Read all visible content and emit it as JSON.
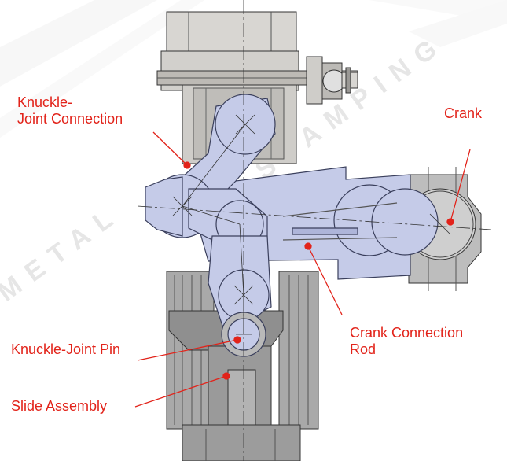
{
  "labels": {
    "knuckle_joint_connection_line1": "Knuckle-",
    "knuckle_joint_connection_line2": "Joint Connection",
    "crank": "Crank",
    "crank_connection_rod_line1": "Crank Connection",
    "crank_connection_rod_line2": "Rod",
    "knuckle_joint_pin": "Knuckle-Joint Pin",
    "slide_assembly": "Slide Assembly"
  },
  "watermark": {
    "text_left": "METAL",
    "text_right": "STAMPING"
  },
  "colors": {
    "label_red": "#e2231a",
    "linkage_blue": "#c5cbe8",
    "linkage_outline": "#3a3f5c",
    "frame_gray": "#a9a9a9",
    "frame_light": "#d8d6d2",
    "crank_gray": "#bdbdbd",
    "watermark": "#e6e6e6"
  }
}
